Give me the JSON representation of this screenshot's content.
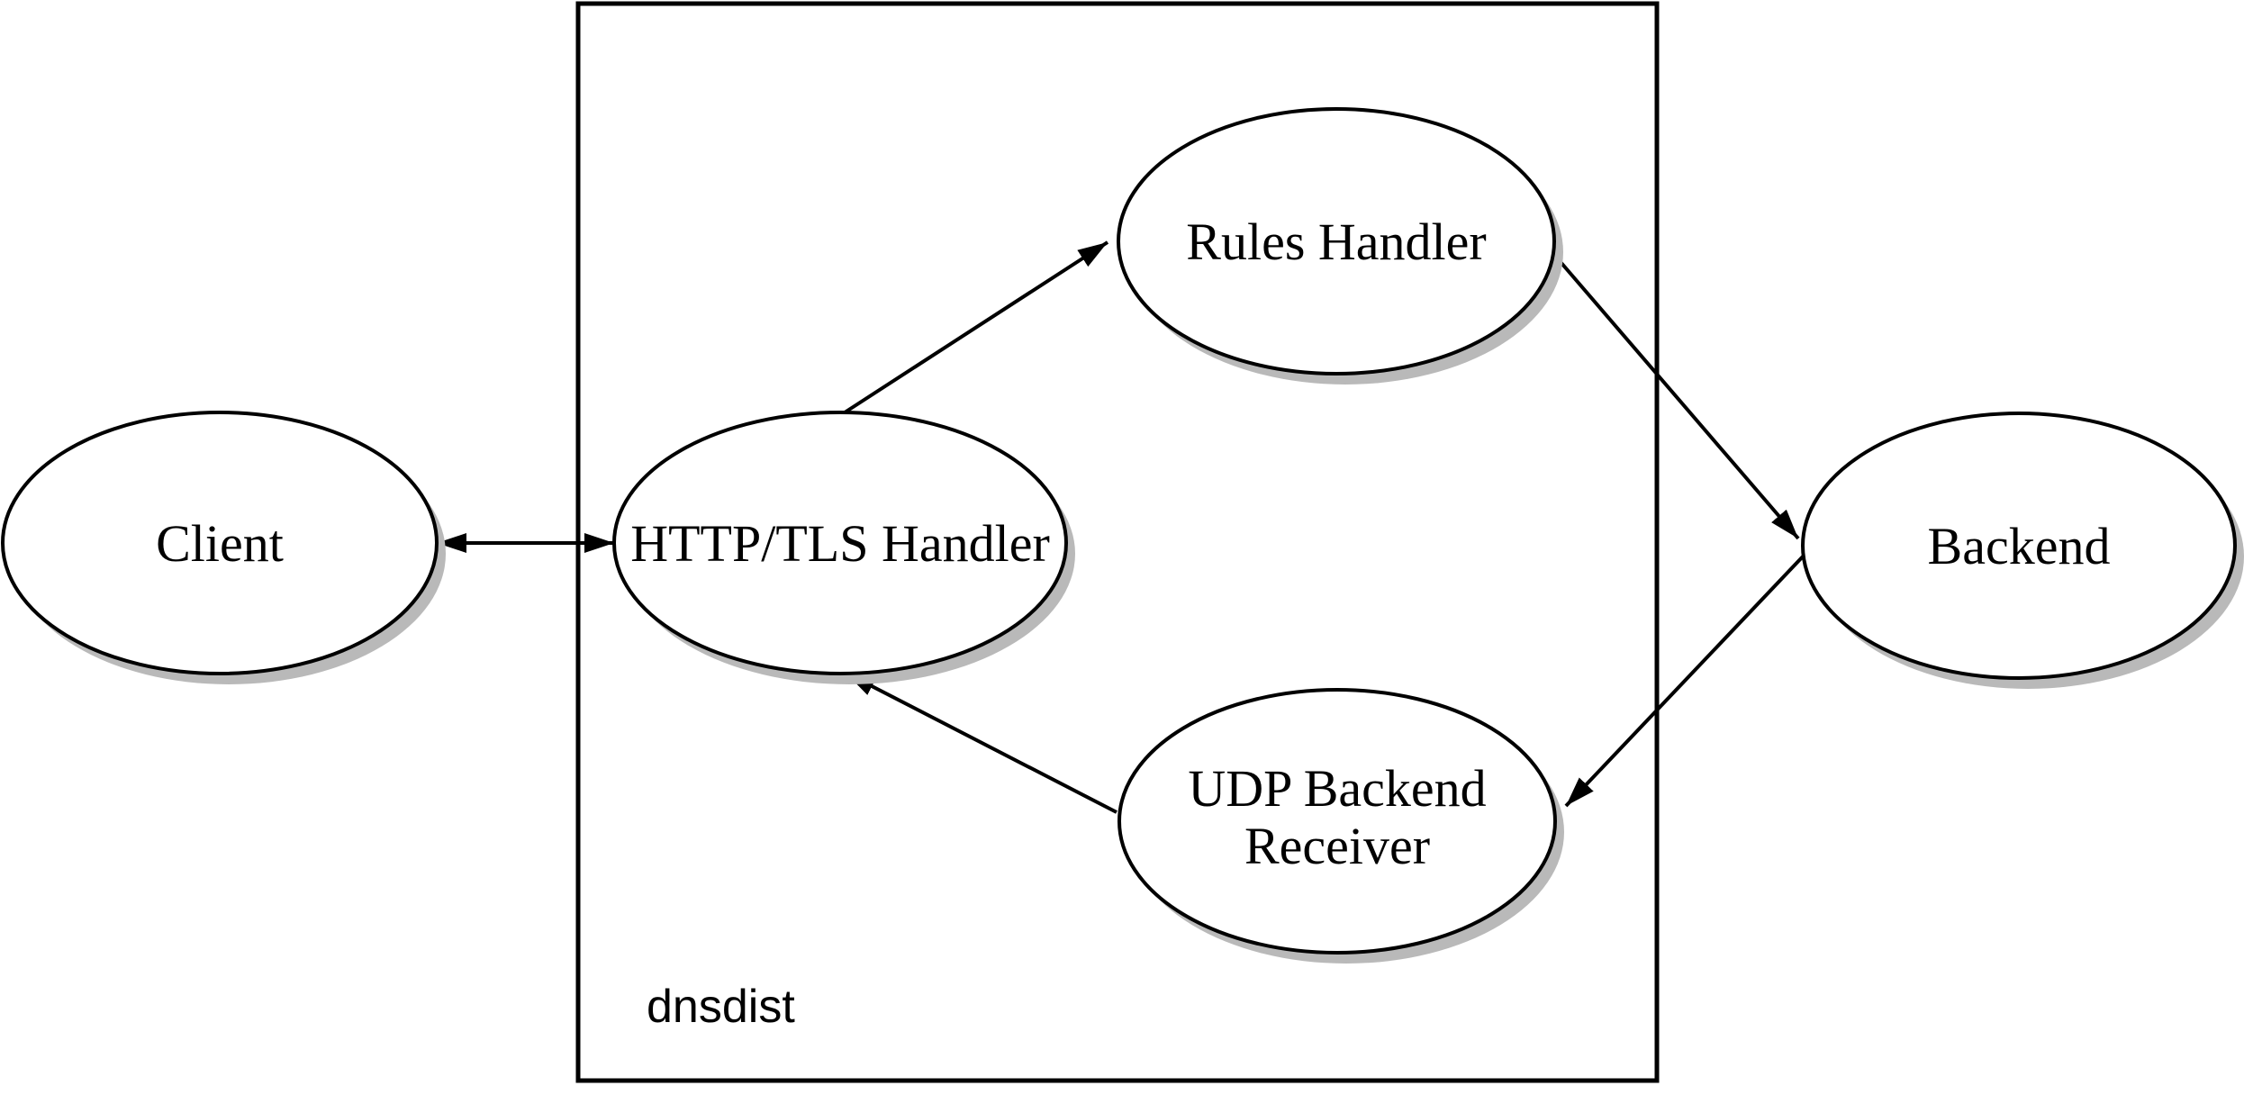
{
  "diagram": {
    "type": "architecture-flow-diagram",
    "background_color": "#ffffff",
    "node_fill_color": "#ffffff",
    "line_color": "#000000",
    "shadow_color": "#b9b9b9",
    "cluster": {
      "label": "dnsdist"
    },
    "nodes": {
      "client": {
        "label": "Client",
        "shape": "ellipse"
      },
      "http_tls_handler": {
        "label": "HTTP/TLS Handler",
        "shape": "ellipse"
      },
      "rules_handler": {
        "label": "Rules Handler",
        "shape": "ellipse"
      },
      "udp_backend_receiver": {
        "label_line1": "UDP Backend",
        "label_line2": "Receiver",
        "shape": "ellipse"
      },
      "backend": {
        "label": "Backend",
        "shape": "ellipse"
      }
    },
    "edges": [
      {
        "from": "client",
        "to": "http_tls_handler",
        "direction": "bidirectional"
      },
      {
        "from": "http_tls_handler",
        "to": "rules_handler",
        "direction": "forward"
      },
      {
        "from": "rules_handler",
        "to": "backend",
        "direction": "forward"
      },
      {
        "from": "backend",
        "to": "udp_backend_receiver",
        "direction": "forward"
      },
      {
        "from": "udp_backend_receiver",
        "to": "http_tls_handler",
        "direction": "forward"
      }
    ]
  }
}
